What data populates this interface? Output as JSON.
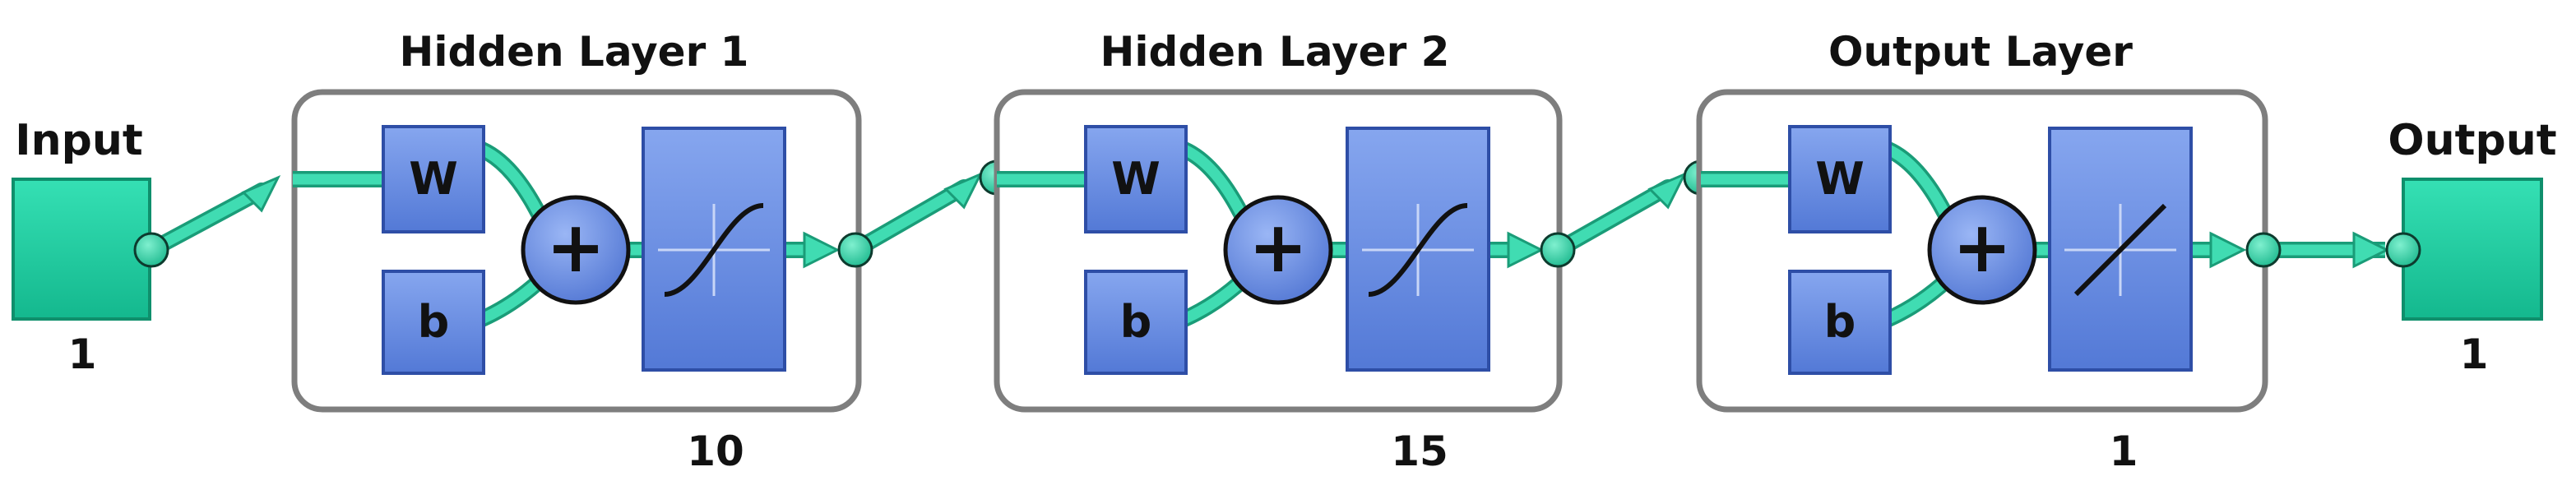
{
  "input": {
    "label": "Input",
    "size": "1"
  },
  "output": {
    "label": "Output",
    "size": "1"
  },
  "layers": [
    {
      "title": "Hidden Layer 1",
      "weight_label": "W",
      "bias_label": "b",
      "sum_symbol": "+",
      "neurons": "10",
      "transfer": "sigmoid"
    },
    {
      "title": "Hidden Layer 2",
      "weight_label": "W",
      "bias_label": "b",
      "sum_symbol": "+",
      "neurons": "15",
      "transfer": "sigmoid"
    },
    {
      "title": "Output Layer",
      "weight_label": "W",
      "bias_label": "b",
      "sum_symbol": "+",
      "neurons": "1",
      "transfer": "linear"
    }
  ],
  "colors": {
    "io_box": "#1fd4a6",
    "connector": "#3fd6ae",
    "block": "#6a8fe4",
    "frame": "#808080"
  }
}
